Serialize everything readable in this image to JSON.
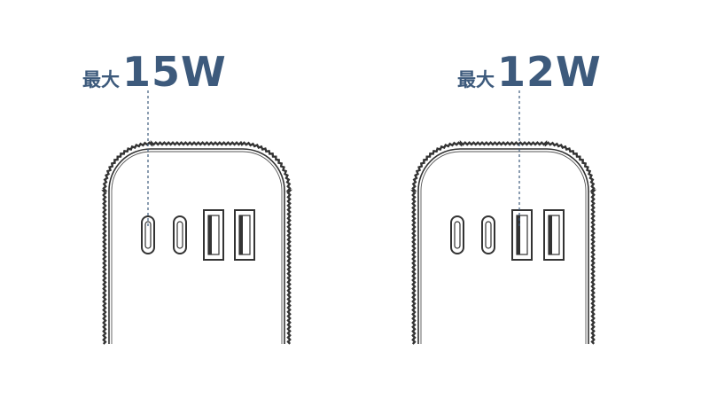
{
  "callouts": {
    "left": {
      "prefix": "最大",
      "power": "15W"
    },
    "right": {
      "prefix": "最大",
      "power": "12W"
    }
  },
  "colors": {
    "accent": "#3d5a7c",
    "outline": "#333333",
    "background": "#ffffff"
  },
  "devices": [
    {
      "name": "left-charger",
      "ports": [
        "usb-c",
        "usb-c",
        "usb-a",
        "usb-a"
      ],
      "highlighted_port": 0
    },
    {
      "name": "right-charger",
      "ports": [
        "usb-c",
        "usb-c",
        "usb-a",
        "usb-a"
      ],
      "highlighted_port": 2
    }
  ]
}
